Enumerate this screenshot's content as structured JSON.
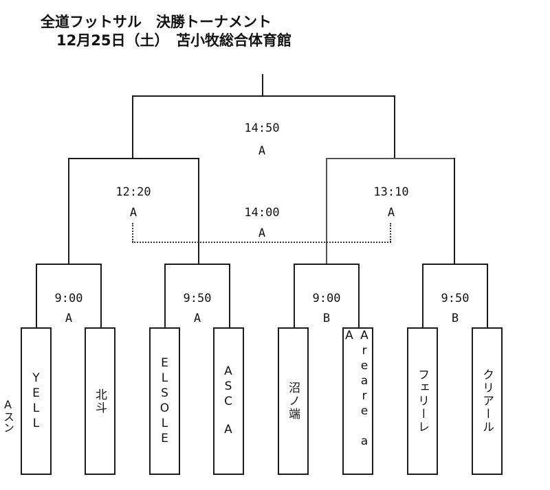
{
  "header": {
    "title": "全道フットサル　決勝トーナメント",
    "subtitle": "12月25日（土）　苫小牧総合体育館"
  },
  "matches": {
    "final": {
      "time": "14:50",
      "court": "A"
    },
    "semi_left": {
      "time": "12:20",
      "court": "A"
    },
    "semi_right": {
      "time": "13:10",
      "court": "A"
    },
    "third_place": {
      "time": "14:00",
      "court": "A"
    },
    "r1_m1": {
      "time": "9:00",
      "court": "A"
    },
    "r1_m2": {
      "time": "9:50",
      "court": "A"
    },
    "r1_m3": {
      "time": "9:00",
      "court": "B"
    },
    "r1_m4": {
      "time": "9:50",
      "court": "B"
    }
  },
  "teams": [
    "YELL",
    "北斗",
    "ELSOLE",
    "ASC　A",
    "沼ノ端",
    "Areare a　A",
    "フェリーレ",
    "クリアール"
  ],
  "edge_text": "Aスン"
}
